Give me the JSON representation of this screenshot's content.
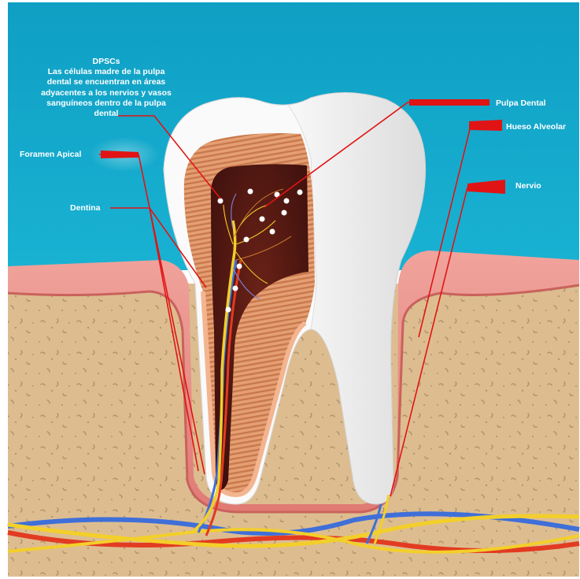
{
  "labels": {
    "dpsc_title": "DPSCs",
    "dpsc_lines": [
      "Las células madre de la pulpa",
      "dental se encuentran en áreas",
      "adyacentes a los nervios y vasos",
      "sanguíneos dentro de la pulpa",
      "dental"
    ],
    "foramen_apical": "Foramen Apical",
    "dentina": "Dentina",
    "pulpa_dental": "Pulpa Dental",
    "hueso_alveolar": "Hueso Alveolar",
    "nervio": "Nervio"
  },
  "colors": {
    "sky": "#13a7c9",
    "bone": "#ddbd90",
    "gum": "#e98a84",
    "enamel": "#f4f4f4",
    "dentin": "#e2996c",
    "pulp": "#4a1410",
    "pointer": "#e01414",
    "nerve": "#f3cf2a",
    "artery": "#e23b22",
    "vein": "#3f6fd8"
  }
}
